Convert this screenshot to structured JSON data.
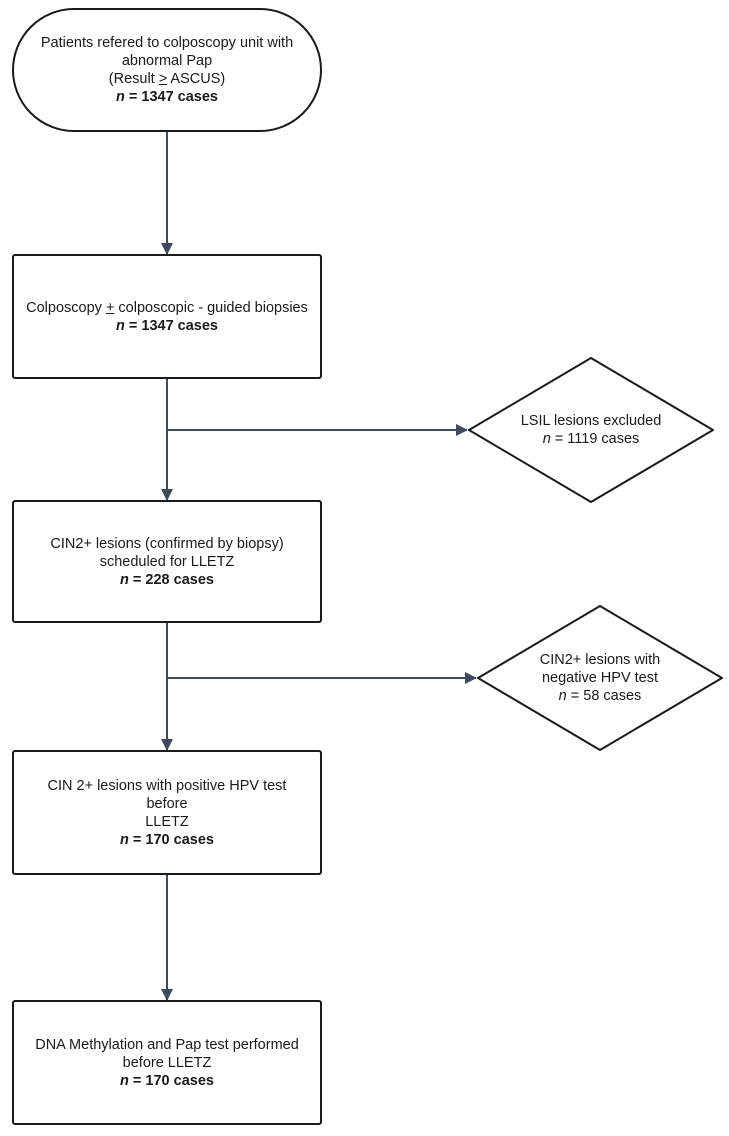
{
  "nodes": {
    "start": {
      "line1": "Patients refered to colposcopy unit with",
      "line2": "abnormal Pap",
      "line3_pre": "(Result ",
      "line3_sym": ">",
      "line3_post": " ASCUS)",
      "n_label": "n",
      "n_text": " = 1347 cases"
    },
    "colposcopy": {
      "line1_pre": "Colposcopy ",
      "line1_sym": "+",
      "line1_post": " colposcopic - guided biopsies",
      "n_label": "n",
      "n_text": " = 1347 cases"
    },
    "lsil": {
      "line1": "LSIL lesions excluded",
      "n_label": "n",
      "n_text": " = 1119 cases"
    },
    "cin2": {
      "line1": "CIN2+ lesions (confirmed by biopsy)",
      "line2": "scheduled for LLETZ",
      "n_label": "n",
      "n_text": " = 228 cases"
    },
    "hpv_negative": {
      "line1": "CIN2+ lesions with",
      "line2": "negative HPV test",
      "n_label": "n",
      "n_text": " = 58 cases"
    },
    "hpv_positive": {
      "line1": "CIN 2+ lesions with positive HPV test before",
      "line2": "LLETZ",
      "n_label": "n",
      "n_text": " = 170 cases"
    },
    "methylation": {
      "line1": "DNA Methylation and Pap test performed",
      "line2": "before LLETZ",
      "n_label": "n",
      "n_text": " = 170 cases"
    }
  },
  "colors": {
    "line": "#3f4a5a",
    "border": "#1a1a1a"
  }
}
